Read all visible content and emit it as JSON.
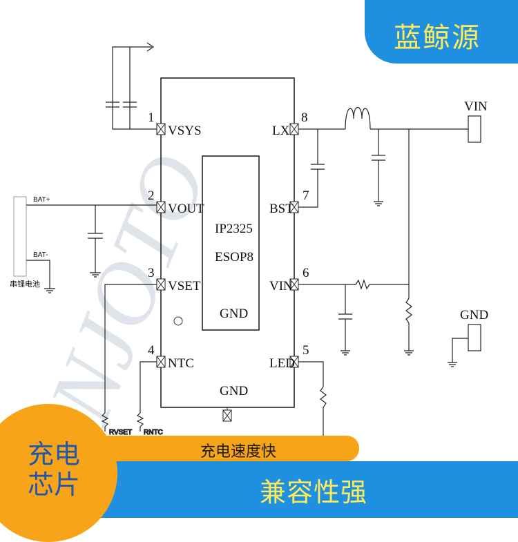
{
  "brand": {
    "name": "蓝鲸源"
  },
  "chip": {
    "name": "IP2325",
    "package": "ESOP8",
    "center_label": "GND",
    "bottom_label": "GND"
  },
  "pins": {
    "p1": {
      "num": "1",
      "name": "VSYS"
    },
    "p2": {
      "num": "2",
      "name": "VOUT"
    },
    "p3": {
      "num": "3",
      "name": "VSET"
    },
    "p4": {
      "num": "4",
      "name": "NTC"
    },
    "p5": {
      "num": "5",
      "name": "LED"
    },
    "p6": {
      "num": "6",
      "name": "VIN"
    },
    "p7": {
      "num": "7",
      "name": "BST"
    },
    "p8": {
      "num": "8",
      "name": "LX"
    }
  },
  "connectors": {
    "vin": "VIN",
    "gnd": "GND"
  },
  "battery": {
    "pos": "BAT+",
    "neg": "BAT-",
    "label": "串锂电池"
  },
  "resistors": {
    "rvset": "RVSET",
    "rntc": "RNTC"
  },
  "watermark": "NJOTO",
  "banner": {
    "speed": "充电速度快",
    "title_line1": "充电",
    "title_line2": "芯片",
    "feature": "兼容性强"
  },
  "colors": {
    "brand_blue": "#1f8fe0",
    "accent_orange": "#f7a419",
    "accent_yellow": "#ffeb5a",
    "title_blue": "#1f56b0"
  }
}
